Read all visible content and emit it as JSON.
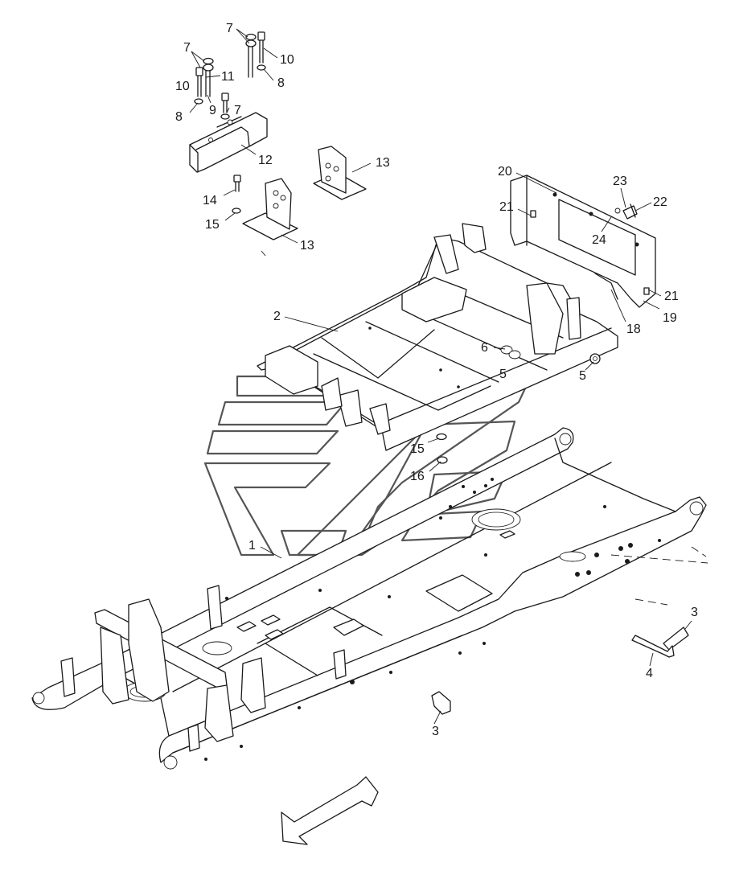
{
  "callouts": {
    "c7a": "7",
    "c7b": "7",
    "c7c": "7",
    "c8a": "8",
    "c8b": "8",
    "c9": "9",
    "c10a": "10",
    "c10b": "10",
    "c11": "11",
    "c12": "12",
    "c13a": "13",
    "c13b": "13",
    "c14": "14",
    "c15a": "15",
    "c15b": "15",
    "c16": "16",
    "c1": "1",
    "c2": "2",
    "c3a": "3",
    "c3b": "3",
    "c4": "4",
    "c5a": "5",
    "c5b": "5",
    "c6": "6",
    "c18": "18",
    "c19": "19",
    "c20": "20",
    "c21a": "21",
    "c21b": "21",
    "c22": "22",
    "c23": "23",
    "c24": "24"
  },
  "colors": {
    "line": "#1a1a1a",
    "background": "#ffffff",
    "watermark": "#555555"
  },
  "icons": [
    "direction-arrow-icon",
    "watermark-logo"
  ]
}
